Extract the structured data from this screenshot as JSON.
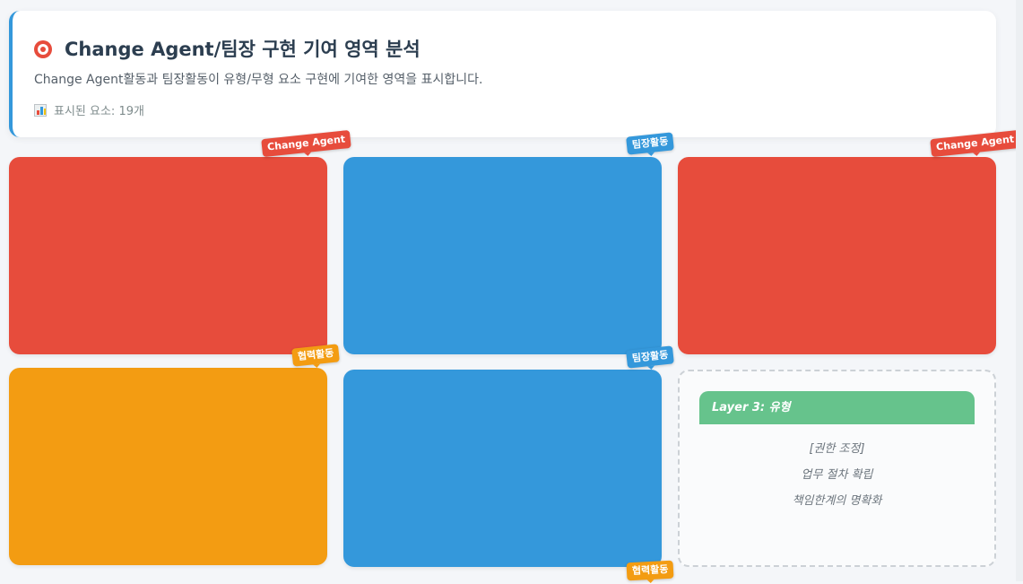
{
  "header": {
    "title": "Change Agent/팀장 구현 기여 영역 분석",
    "description": "Change Agent활동과 팀장활동이 유형/무형 요소 구현에 기여한 영역을 표시합니다.",
    "count_label": "표시된 요소: 19개",
    "title_icon": "target-icon",
    "count_icon": "bar-chart-icon",
    "accent_color": "#3498db"
  },
  "tiles": [
    {
      "badge": "Change Agent",
      "color": "#e74c3c"
    },
    {
      "badge": "팀장활동",
      "color": "#3498db"
    },
    {
      "badge": "Change Agent",
      "color": "#e74c3c"
    },
    {
      "badge": "협력활동",
      "color": "#f39c12"
    },
    {
      "badge": "팀장활동",
      "color": "#3498db"
    }
  ],
  "bottom_badge": "협력활동",
  "layer_card": {
    "title": "Layer 3: 유형",
    "items": [
      "[권한 조정]",
      "업무 절차 확립",
      "책임한계의 명확화"
    ],
    "header_color": "#66c38c"
  }
}
